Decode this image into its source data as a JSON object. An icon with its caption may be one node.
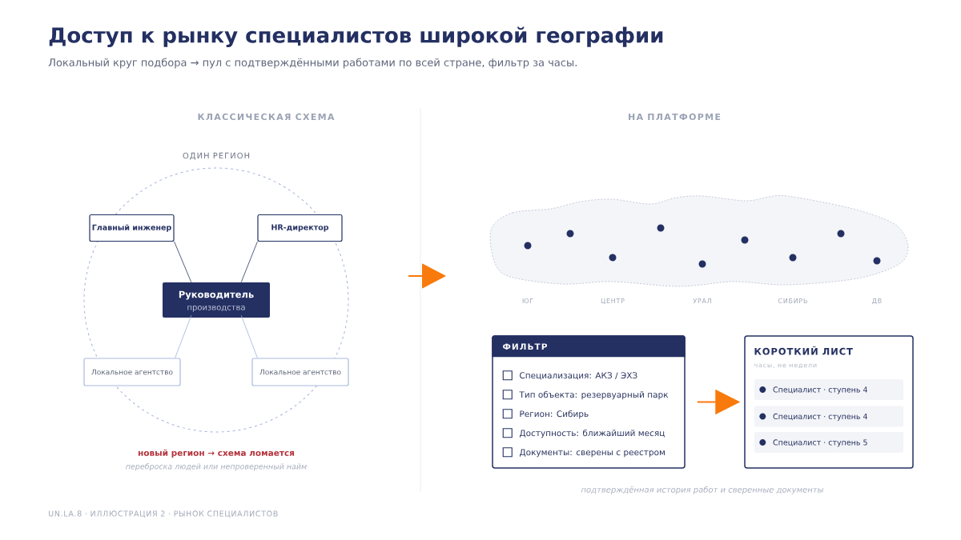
{
  "diagram": {
    "title": "Доступ к рынку специалистов широкой географии",
    "nodes": [
      {
        "text": [
          "ОДИН РЕГИОН"
        ]
      },
      {
        "text": [
          "Главный инженер"
        ],
        "in": 0
      },
      {
        "text": [
          "HR-директор"
        ],
        "in": 0
      },
      {
        "text": [
          "Руководитель",
          "производства"
        ],
        "in": 0
      },
      {
        "text": [
          "Локальное агентство"
        ],
        "in": 0
      },
      {
        "text": [
          "Локальное агентство"
        ],
        "in": 0
      },
      {
        "text": [],
        "shape": "cloud"
      },
      {
        "text": [
          "ФИЛЬТР",
          "Специализация: АКЗ / ЭХЗ",
          "Тип объекта: резервуарный парк",
          "Регион: Сибирь",
          "Доступность: ближайший месяц",
          "Документы: сверены с реестром"
        ]
      },
      {
        "text": [
          "КОРОТКИЙ ЛИСТ",
          "часы, не недели"
        ]
      },
      {
        "text": [
          "Специалист · ступень 4"
        ],
        "in": 8
      },
      {
        "text": [
          "Специалист · ступень 4"
        ],
        "in": 8
      },
      {
        "text": [
          "Специалист · ступень 5"
        ],
        "in": 8
      }
    ],
    "edges": [
      {
        "from": 1,
        "to": 3,
        "arrow": "none"
      },
      {
        "from": 2,
        "to": 3,
        "arrow": "none"
      },
      {
        "from": 3,
        "to": 4,
        "arrow": "none",
        "color": "#9fb1d9"
      },
      {
        "from": 3,
        "to": 5,
        "arrow": "none",
        "color": "#9fb1d9"
      },
      {
        "from": 7,
        "to": 8,
        "arrow": "to",
        "color": "#f97a0c"
      }
    ],
    "labels": [
      "Локальный круг подбора → пул с подтверждёнными работами по всей стране, фильтр за часы.",
      "КЛАССИЧЕСКАЯ СХЕМА",
      "НА ПЛАТФОРМЕ",
      "ЮГ",
      "ЦЕНТР",
      "УРАЛ",
      "СИБИРЬ",
      "ДВ",
      "новый регион → схема ломается",
      "переброска людей или непроверенный найм",
      "подтверждённая история работ и сверенные документы",
      "UN.LA.8 · ИЛЛЮСТРАЦИЯ 2 · РЫНОК СПЕЦИАЛИСТОВ"
    ]
  }
}
